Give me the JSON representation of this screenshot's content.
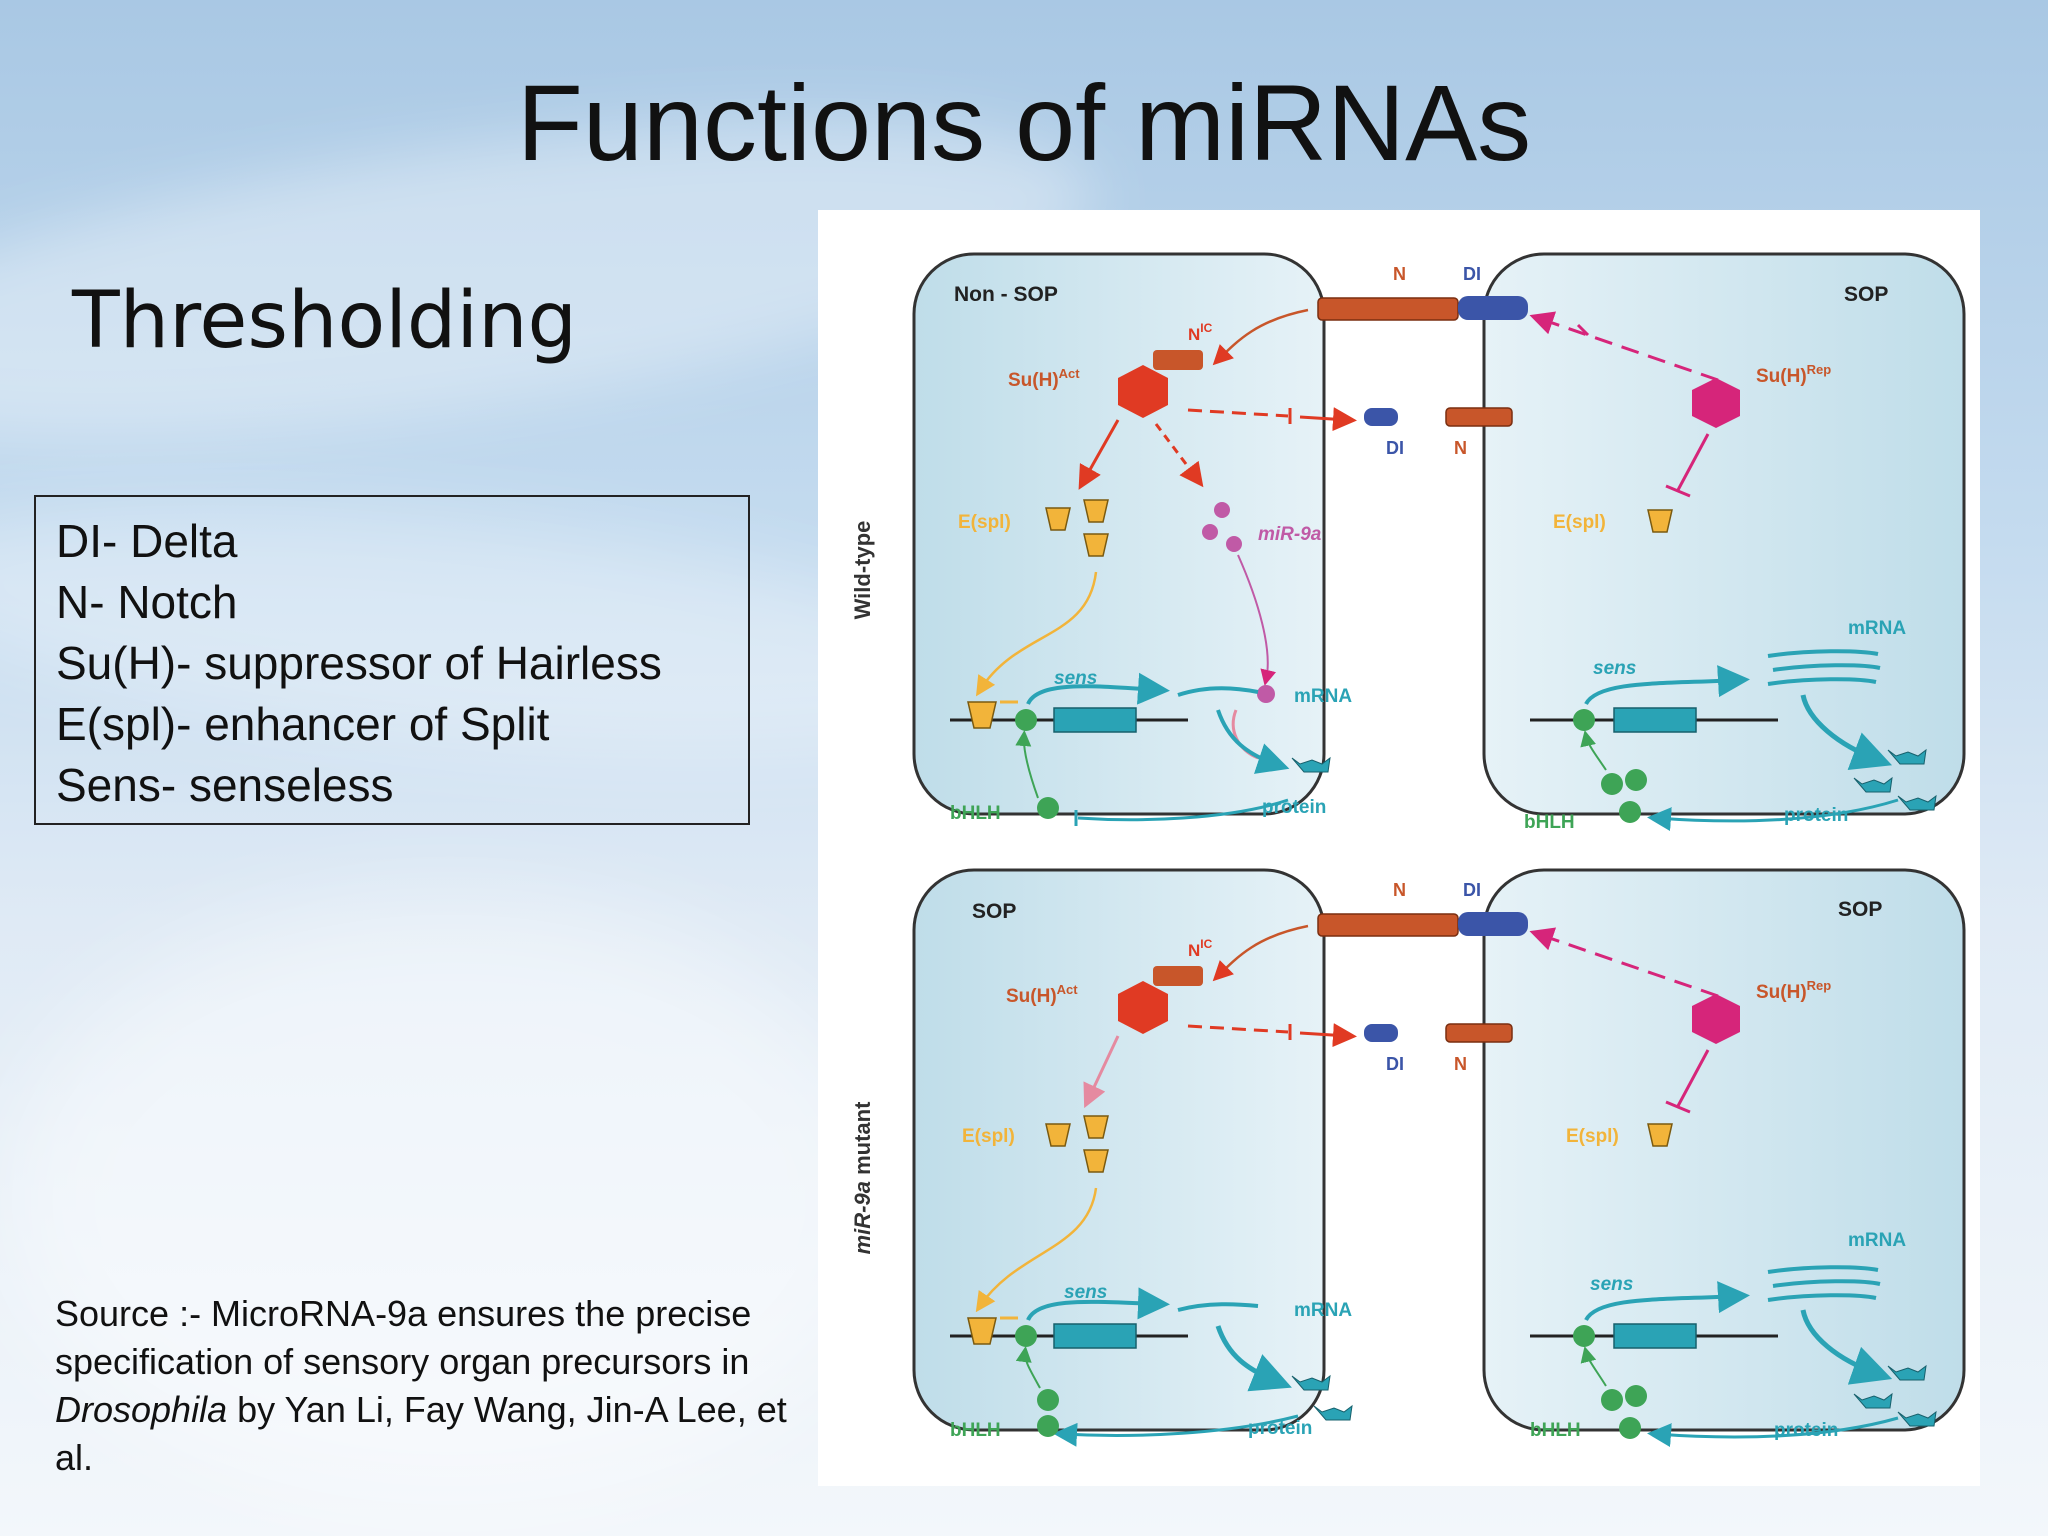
{
  "slide": {
    "title": "Functions of miRNAs",
    "subtitle": "Thresholding"
  },
  "legend": [
    "DI- Delta",
    "N- Notch",
    "Su(H)- suppressor of Hairless",
    "E(spl)- enhancer of Split",
    "Sens- senseless"
  ],
  "source": {
    "prefix": "Source :- MicroRNA-9a ensures the precise specification of sensory organ precursors in ",
    "italic": "Drosophila",
    "suffix": " by Yan Li, Fay Wang, Jin-A Lee, et al."
  },
  "figure": {
    "row_labels": {
      "wild_type": "Wild-type",
      "mutant_italic": "miR-9a",
      "mutant_suffix": " mutant"
    },
    "cells": {
      "top_left": "Non - SOP",
      "top_right": "SOP",
      "bottom_left": "SOP",
      "bottom_right": "SOP"
    },
    "labels": {
      "N": "N",
      "DI": "DI",
      "nic": "N",
      "nic_sup": "IC",
      "suh": "Su(H)",
      "act": "Act",
      "rep": "Rep",
      "espl": "E(spl)",
      "mir": "miR-9a",
      "sens": "sens",
      "mrna": "mRNA",
      "protein": "protein",
      "bhlh": "bHLH"
    },
    "colors": {
      "notch": "#c8562a",
      "delta": "#3b55a8",
      "suh_act": "#e03a23",
      "suh_rep": "#d6257a",
      "espl": "#f2b43a",
      "gene": "#2aa3b5",
      "bhlh": "#3ea456",
      "mir": "#c05aa6",
      "cell_fill": "#cfe6ef"
    }
  }
}
